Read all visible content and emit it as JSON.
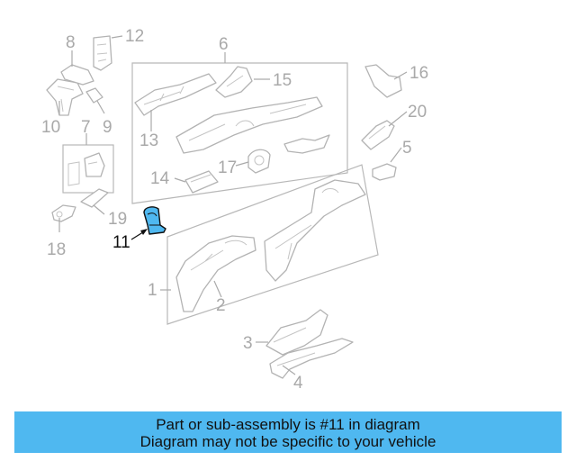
{
  "diagram": {
    "highlighted_part": "11",
    "highlight_color": "#4fb8f0",
    "callouts": {
      "c1": "1",
      "c2": "2",
      "c3": "3",
      "c4": "4",
      "c5": "5",
      "c6": "6",
      "c7": "7",
      "c8": "8",
      "c9": "9",
      "c10": "10",
      "c11": "11",
      "c12": "12",
      "c13": "13",
      "c14": "14",
      "c15": "15",
      "c16": "16",
      "c17": "17",
      "c18": "18",
      "c19": "19",
      "c20": "20"
    }
  },
  "banner": {
    "line1": "Part or sub-assembly is #11 in diagram",
    "line2": "Diagram may not be specific to your vehicle",
    "background": "#4fb8f0"
  }
}
